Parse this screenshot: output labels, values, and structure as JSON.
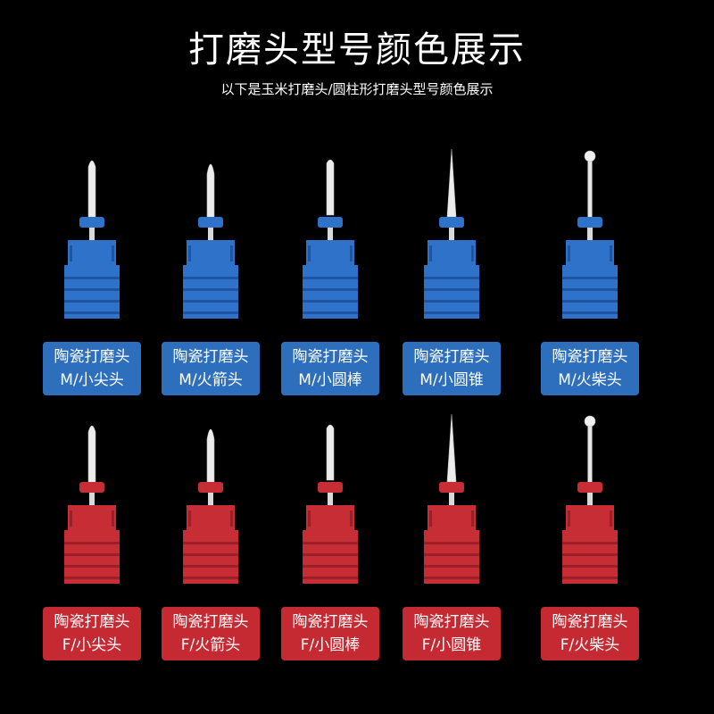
{
  "header": {
    "title": "打磨头型号颜色展示",
    "subtitle": "以下是玉米打磨头/圆柱形打磨头型号颜色展示"
  },
  "colors": {
    "blue_body": "#2f72c9",
    "blue_dark": "#1e55a3",
    "blue_label": "#2e6fbd",
    "red_body": "#c62d35",
    "red_dark": "#9b1f26",
    "red_label": "#c52a33",
    "shaft": "#d9d9d9",
    "tip": "#eeeeee"
  },
  "rows": [
    {
      "grit": "M",
      "color": "blue",
      "items": [
        {
          "line1": "陶瓷打磨头",
          "line2": "M/小尖头",
          "tip": "small-tip"
        },
        {
          "line1": "陶瓷打磨头",
          "line2": "M/火箭头",
          "tip": "rocket"
        },
        {
          "line1": "陶瓷打磨头",
          "line2": "M/小圆棒",
          "tip": "cylinder"
        },
        {
          "line1": "陶瓷打磨头",
          "line2": "M/小圆锥",
          "tip": "cone"
        },
        {
          "line1": "陶瓷打磨头",
          "line2": "M/火柴头",
          "tip": "ball"
        }
      ]
    },
    {
      "grit": "F",
      "color": "red",
      "items": [
        {
          "line1": "陶瓷打磨头",
          "line2": "F/小尖头",
          "tip": "small-tip"
        },
        {
          "line1": "陶瓷打磨头",
          "line2": "F/火箭头",
          "tip": "rocket"
        },
        {
          "line1": "陶瓷打磨头",
          "line2": "F/小圆棒",
          "tip": "cylinder"
        },
        {
          "line1": "陶瓷打磨头",
          "line2": "F/小圆锥",
          "tip": "cone"
        },
        {
          "line1": "陶瓷打磨头",
          "line2": "F/火柴头",
          "tip": "ball"
        }
      ]
    }
  ]
}
